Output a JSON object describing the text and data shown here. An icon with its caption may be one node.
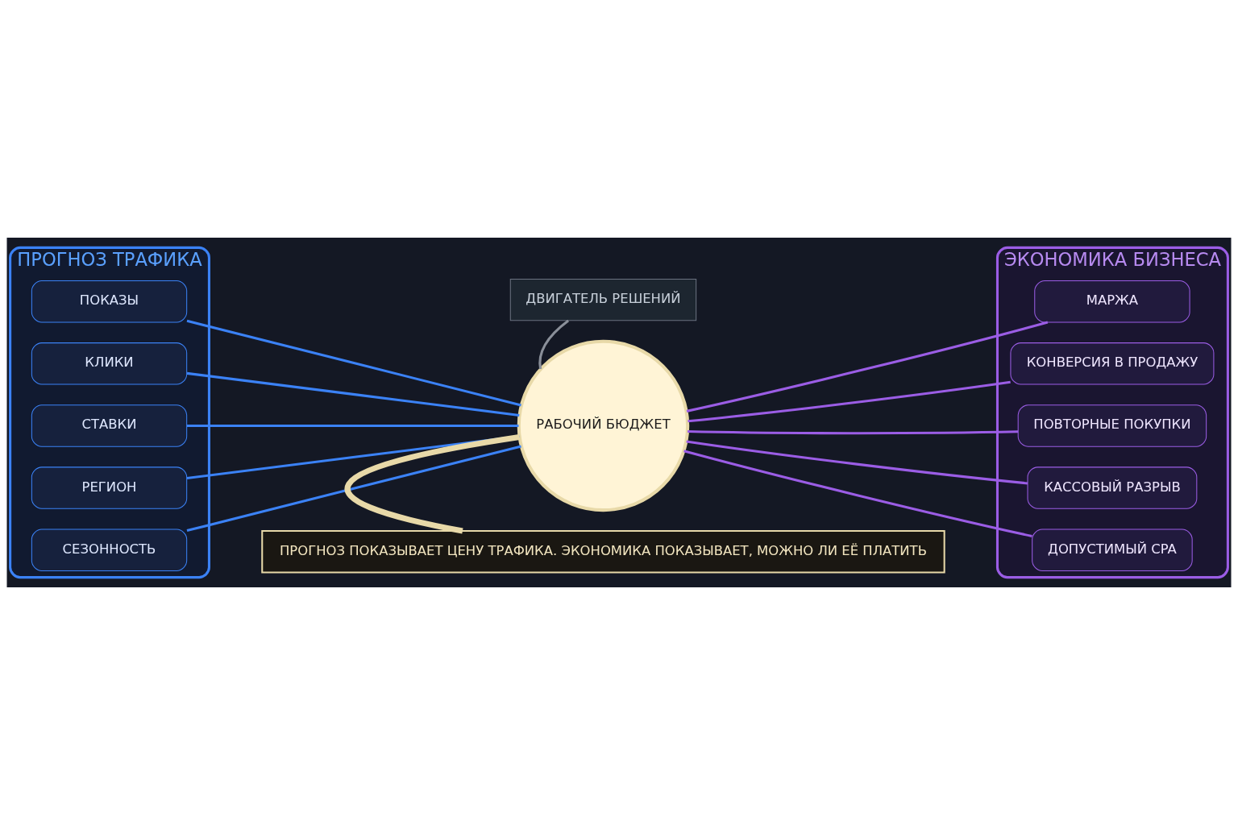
{
  "diagram": {
    "nodes": [
      {
        "text": [
          "ПРОГНОЗ ТРАФИКА"
        ]
      },
      {
        "text": [
          "ПОКАЗЫ"
        ],
        "in": 0
      },
      {
        "text": [
          "КЛИКИ"
        ],
        "in": 0
      },
      {
        "text": [
          "СТАВКИ"
        ],
        "in": 0
      },
      {
        "text": [
          "РЕГИОН"
        ],
        "in": 0
      },
      {
        "text": [
          "СЕЗОННОСТЬ"
        ],
        "in": 0
      },
      {
        "text": [
          "ЭКОНОМИКА БИЗНЕСА"
        ]
      },
      {
        "text": [
          "МАРЖА"
        ],
        "in": 6
      },
      {
        "text": [
          "КОНВЕРСИЯ В ПРОДАЖУ"
        ],
        "in": 6
      },
      {
        "text": [
          "ПОВТОРНЫЕ ПОКУПКИ"
        ],
        "in": 6
      },
      {
        "text": [
          "КАССОВЫЙ РАЗРЫВ"
        ],
        "in": 6
      },
      {
        "text": [
          "ДОПУСТИМЫЙ CPA"
        ],
        "in": 6
      },
      {
        "text": [
          "ДВИГАТЕЛЬ РЕШЕНИЙ"
        ]
      },
      {
        "text": [
          "РАБОЧИЙ БЮДЖЕТ"
        ]
      },
      {
        "text": [
          "ПРОГНОЗ ПОКАЗЫВАЕТ ЦЕНУ ТРАФИКА. ЭКОНОМИКА ПОКАЗЫВАЕТ, МОЖНО ЛИ ЕЁ ПЛАТИТЬ"
        ]
      }
    ],
    "edges": [
      {
        "from": 1,
        "to": 13,
        "arrow": "none"
      },
      {
        "from": 2,
        "to": 13,
        "arrow": "none"
      },
      {
        "from": 3,
        "to": 13,
        "arrow": "none"
      },
      {
        "from": 4,
        "to": 13,
        "arrow": "none"
      },
      {
        "from": 5,
        "to": 13,
        "arrow": "none"
      },
      {
        "from": 7,
        "to": 13,
        "arrow": "none",
        "color": "#9b5de5"
      },
      {
        "from": 8,
        "to": 13,
        "arrow": "none",
        "color": "#9b5de5"
      },
      {
        "from": 9,
        "to": 13,
        "arrow": "none",
        "color": "#9b5de5"
      },
      {
        "from": 10,
        "to": 13,
        "arrow": "none",
        "color": "#9b5de5"
      },
      {
        "from": 11,
        "to": 13,
        "arrow": "none",
        "color": "#9b5de5"
      },
      {
        "from": 12,
        "to": 13,
        "arrow": "none",
        "color": "#8a8f99"
      },
      {
        "from": 13,
        "to": 14,
        "arrow": "none",
        "style": "thick",
        "color": "#e8d9a8"
      }
    ]
  }
}
